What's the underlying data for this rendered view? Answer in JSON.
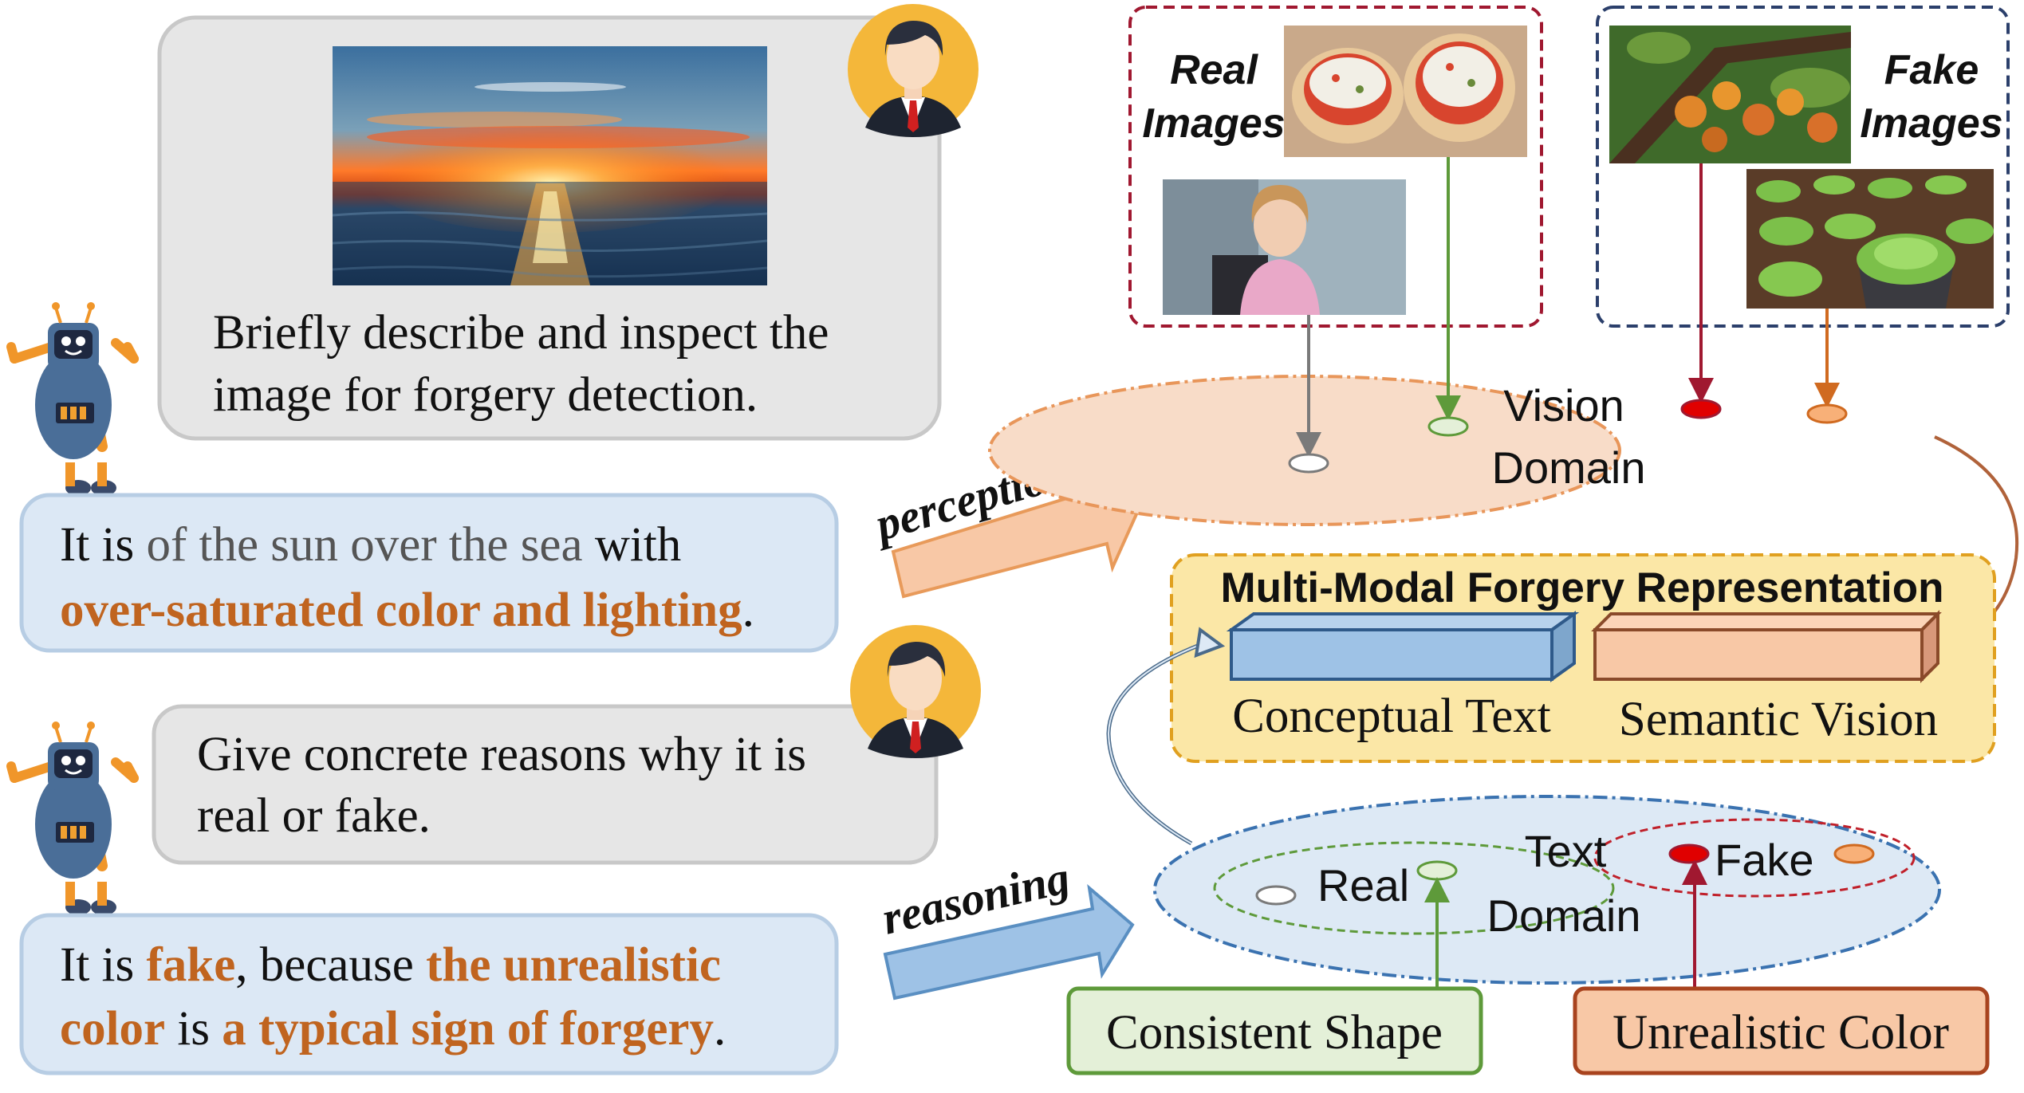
{
  "chat": {
    "q1": {
      "line1": "Briefly describe and inspect the",
      "line2": "image for forgery detection."
    },
    "a1": {
      "p1": "It is ",
      "p2": "of the sun over the sea",
      "p3": " with",
      "p4": "over-saturated color and lighting",
      "p5": "."
    },
    "q2": {
      "line1": "Give concrete reasons why it is",
      "line2": "real or fake."
    },
    "a2": {
      "p1": "It is ",
      "p2": "fake",
      "p3": ", because ",
      "p4": "the unrealistic",
      "p5": "color",
      "p6": " is ",
      "p7": "a typical sign of forgery",
      "p8": "."
    }
  },
  "arrows": {
    "perception": "perception",
    "reasoning": "reasoning"
  },
  "real_box": {
    "label1": "Real",
    "label2": "Images"
  },
  "fake_box": {
    "label1": "Fake",
    "label2": "Images"
  },
  "vision_domain": {
    "line1": "Vision",
    "line2": "Domain"
  },
  "representation": {
    "title": "Multi-Modal Forgery Representation",
    "text_label": "Conceptual Text",
    "vision_label": "Semantic Vision"
  },
  "text_domain": {
    "line1": "Text",
    "line2": "Domain",
    "real": "Real",
    "fake": "Fake"
  },
  "attributes": {
    "consistent": "Consistent Shape",
    "unrealistic": "Unrealistic Color"
  },
  "colors": {
    "accent_orange": "#c0641f",
    "bubble_blue": "#dce8f5",
    "bubble_gray": "#e6e6e6",
    "vision_fill": "#f8dcc8",
    "text_fill": "#dde9f5",
    "rep_fill": "#fbe7a6",
    "fake_red": "#e00000",
    "real_green": "#5e9a3a"
  }
}
